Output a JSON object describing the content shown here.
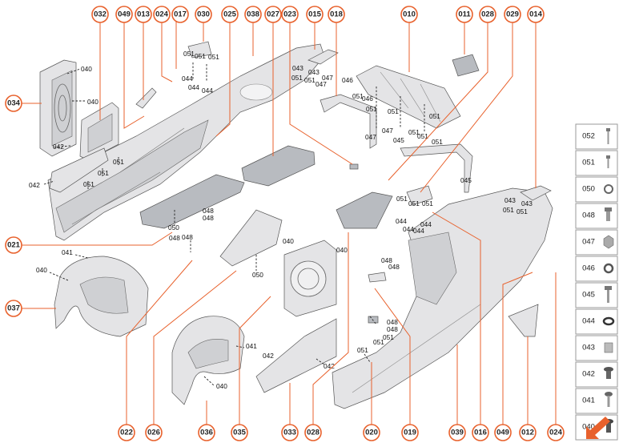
{
  "callouts_top": [
    "032",
    "049",
    "013",
    "024",
    "017",
    "030",
    "025",
    "038",
    "027",
    "023",
    "015",
    "018",
    "010",
    "011",
    "028",
    "029",
    "014"
  ],
  "callouts_bottom": [
    "022",
    "026",
    "036",
    "035",
    "033",
    "028",
    "020",
    "019",
    "039",
    "016",
    "049",
    "012",
    "024"
  ],
  "callouts_left": [
    "034",
    "021",
    "037"
  ],
  "labels": {
    "p040a": "040",
    "p040b": "040",
    "p042a": "042",
    "p042b": "042",
    "p051a": "051",
    "p051b": "051",
    "p051c": "051",
    "p051d": "051",
    "p051e": "051",
    "p051f": "051",
    "p044a": "044",
    "p044b": "044",
    "p044c": "044",
    "p043a": "043",
    "p043b": "043",
    "p051g": "051",
    "p051h": "051",
    "p047a": "047",
    "p047b": "047",
    "p046a": "046",
    "p046b": "046",
    "p051i": "051",
    "p051j": "051",
    "p051k": "051",
    "p051l": "051",
    "p047c": "047",
    "p047d": "047",
    "p051m": "051",
    "p051n": "051",
    "p045a": "045",
    "p045b": "045",
    "p043c": "043",
    "p043d": "043",
    "p051o": "051",
    "p051p": "051",
    "p051q": "051",
    "p051r": "051",
    "p051s": "051",
    "p044d": "044",
    "p044e": "044",
    "p044f": "044",
    "p048a": "048",
    "p048b": "048",
    "p050a": "050",
    "p048c": "048",
    "p040c": "040",
    "p040d": "040",
    "p050b": "050",
    "p048d": "048",
    "p048e": "048",
    "p041a": "041",
    "p040e": "040",
    "p041b": "041",
    "p042c": "042",
    "p040f": "040",
    "p042d": "042",
    "p048f": "048",
    "p048g": "048",
    "p051t": "051",
    "p051u": "051",
    "p051v": "051"
  },
  "legend": [
    {
      "code": "052",
      "icon": "screw-long-icon"
    },
    {
      "code": "051",
      "icon": "screw-short-icon"
    },
    {
      "code": "050",
      "icon": "washer-icon"
    },
    {
      "code": "048",
      "icon": "expansion-nut-icon"
    },
    {
      "code": "047",
      "icon": "flange-nut-icon"
    },
    {
      "code": "046",
      "icon": "hex-nut-icon"
    },
    {
      "code": "045",
      "icon": "bolt-flange-icon"
    },
    {
      "code": "044",
      "icon": "ring-icon"
    },
    {
      "code": "043",
      "icon": "clip-icon"
    },
    {
      "code": "042",
      "icon": "push-rivet-icon"
    },
    {
      "code": "041",
      "icon": "screw-pan-icon"
    },
    {
      "code": "040",
      "icon": "expanding-rivet-icon"
    }
  ],
  "colors": {
    "accent": "#e8612c",
    "line": "#222222",
    "part": "#e4e4e6"
  }
}
